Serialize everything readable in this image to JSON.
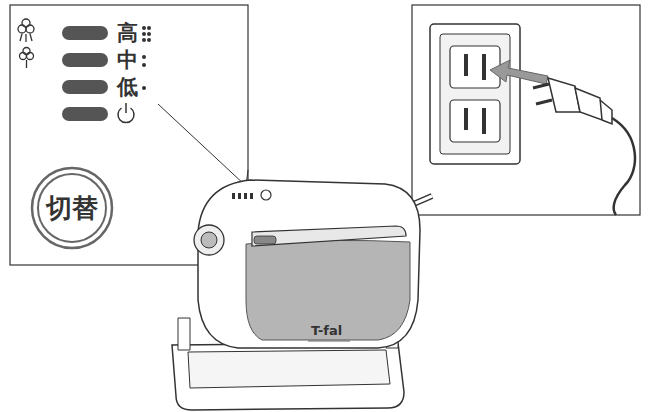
{
  "diagram": {
    "nodes": [
      {
        "text": [
          "切替"
        ]
      }
    ],
    "labels": [
      "高",
      "中",
      "低",
      "T-fal"
    ]
  }
}
